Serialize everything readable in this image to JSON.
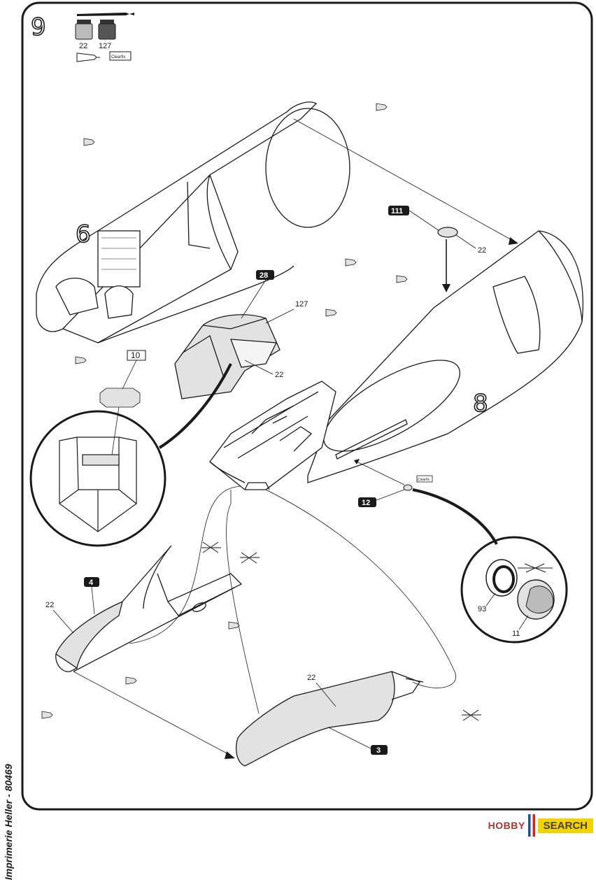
{
  "step": {
    "number": "9"
  },
  "paint_legend": {
    "brush_icon": "paintbrush-icon",
    "colors": [
      "22",
      "127"
    ],
    "glue_icon": "glue-tube-icon",
    "clearfix_label": "Clearfix"
  },
  "parts": {
    "p6": "6",
    "p8": "8",
    "p111": "111",
    "p28": "28",
    "p10": "10",
    "p12": "12",
    "p4": "4",
    "p3": "3"
  },
  "color_refs": {
    "canopy_color": "127",
    "canopy_frame_color": "22",
    "insert_color": "22",
    "lens_ring_color": "93",
    "lens_color": "11",
    "nose_left_color": "22",
    "nose_right_color": "22",
    "rear_clear_color": "22"
  },
  "clearfix_label_small": "Clearfix",
  "imprint": "Imprimerie Heller - 80469",
  "watermark": {
    "logo": "HOBBY",
    "search": "SEARCH"
  },
  "colors": {
    "ink": "#1a1a1a",
    "panel_fill": "#e2e2e2",
    "tag_fill": "#1a1a1a"
  }
}
